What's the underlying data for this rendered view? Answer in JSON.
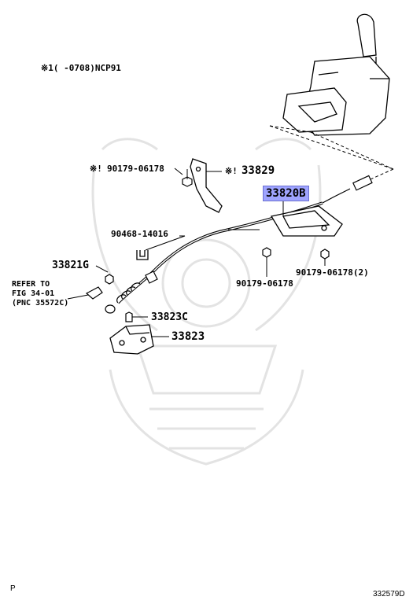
{
  "diagram": {
    "header_note": "※1(     -0708)NCP91",
    "callouts": {
      "p33829": "33829",
      "p90179_top": "90179-06178",
      "p33820b": "33820B",
      "p90468": "90468-14016",
      "p33821g": "33821G",
      "p90179_mid": "90179-06178",
      "p90179_right": "90179-06178(2)",
      "p33823c": "33823C",
      "p33823": "33823"
    },
    "marks": {
      "mark_left": "※!",
      "mark_right": "※!"
    },
    "refer_note": "REFER TO\nFIG 34-01\n(PNC 35572C)",
    "footer_left": "P",
    "footer_right": "332579D",
    "colors": {
      "highlight": "#9fa4ff",
      "line": "#000000",
      "watermark": "#e3e3e3"
    }
  }
}
